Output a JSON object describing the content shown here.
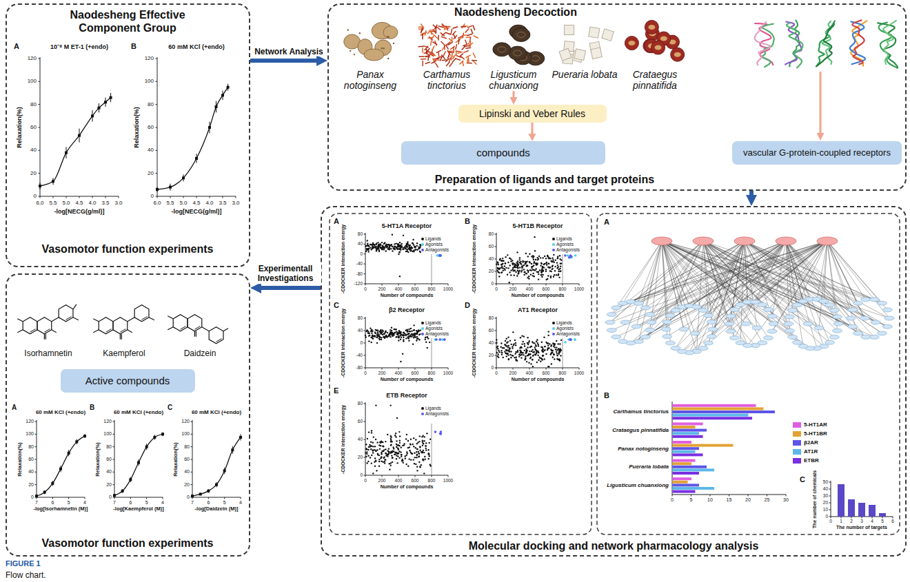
{
  "diagram": {
    "caption": "Flow chart.",
    "nodes": [
      {
        "text": [
          "Naodesheng Effective Component Group",
          "Vasomotor function experiments"
        ]
      },
      {
        "text": [
          "Naodesheng Decoction",
          "Preparation of ligands and target proteins"
        ]
      },
      {
        "text": [
          "Panax notoginseng"
        ],
        "in": 1
      },
      {
        "text": [
          "Carthamus tinctorius"
        ],
        "in": 1
      },
      {
        "text": [
          "Ligusticum chuanxiong"
        ],
        "in": 1
      },
      {
        "text": [
          "Pueraria lobata"
        ],
        "in": 1
      },
      {
        "text": [
          "Crataegus pinnatifida"
        ],
        "in": 1
      },
      {
        "text": [
          "Lipinski and Veber Rules"
        ],
        "in": 1
      },
      {
        "text": [
          "compounds"
        ],
        "in": 1
      },
      {
        "text": [
          "vascular G-protein-coupled receptors"
        ],
        "in": 1
      },
      {
        "text": [
          "Vasomotor function experiments"
        ]
      },
      {
        "text": [
          "Active compounds"
        ],
        "in": 10
      },
      {
        "text": [
          "Molecular docking and network pharmacology analysis"
        ]
      }
    ],
    "edges": [
      {
        "from": 0,
        "to": 1,
        "label": "Network Analysis",
        "arrow": "to"
      },
      {
        "from": 4,
        "to": 7,
        "arrow": "to"
      },
      {
        "from": 7,
        "to": 8,
        "arrow": "to"
      },
      {
        "from": 1,
        "to": 12,
        "arrow": "to"
      },
      {
        "from": 12,
        "to": 10,
        "label": "Experimentall Investigations",
        "arrow": "to"
      }
    ],
    "labels": [
      "A",
      "10⁻⁸ M ET-1 (+endo)",
      "Relaxation(%)",
      "120",
      "100",
      "80",
      "60",
      "40",
      "20",
      "0",
      "-log[NECG(g/ml)]",
      "6.0",
      "5.5",
      "5.0",
      "4.5",
      "4.0",
      "3.5",
      "3.0",
      "B",
      "60 mM KCl (+endo)",
      "Relaxation(%)",
      "120",
      "100",
      "80",
      "60",
      "40",
      "20",
      "0",
      "-log[NECG(g/ml)]",
      "6.0",
      "5.5",
      "5.0",
      "4.5",
      "4.0",
      "3.5",
      "3.0",
      "Isorhamnetin",
      "Kaempferol",
      "Daidzein",
      "A",
      "60 mM KCl (+endo)",
      "Relaxation(%)",
      "120",
      "100",
      "80",
      "60",
      "40",
      "20",
      "0",
      "-log[Isorhamnetin (M)]",
      "7",
      "6",
      "5",
      "4",
      "B",
      "60 mM KCl (+endo)",
      "Relaxation(%)",
      "120",
      "100",
      "80",
      "60",
      "40",
      "20",
      "0",
      "-log[Kaempferol (M)]",
      "7",
      "6",
      "5",
      "4",
      "C",
      "60 mM KCl (+endo)",
      "Relaxation(%)",
      "120",
      "100",
      "80",
      "60",
      "40",
      "20",
      "0",
      "-log[Daidzein (M)]",
      "7",
      "6",
      "5",
      "4",
      "A",
      "5-HT1A Receptor",
      "-CDOCKER interaction energy",
      "80",
      "40",
      "0",
      "-40",
      "-80",
      "-120",
      "Number of compounds",
      "0",
      "200",
      "400",
      "600",
      "800",
      "1000",
      "Ligands",
      "Agonists",
      "Antagonists",
      "B",
      "5-HT1B Receptor",
      "-CDOCKER interaction energy",
      "80",
      "60",
      "40",
      "20",
      "0",
      "Number of compounds",
      "0",
      "200",
      "400",
      "600",
      "800",
      "1000",
      "Ligands",
      "Agonists",
      "Antagonists",
      "C",
      "β2 Receptor",
      "-CDOCKER interaction energy",
      "80",
      "40",
      "0",
      "-40",
      "-80",
      "Number of compounds",
      "0",
      "200",
      "400",
      "600",
      "800",
      "1000",
      "Ligands",
      "Agonists",
      "Antagonists",
      "D",
      "AT1 Receptor",
      "-CDOCKER interaction energy",
      "80",
      "60",
      "40",
      "20",
      "0",
      "Number of compounds",
      "0",
      "200",
      "400",
      "600",
      "800",
      "1000",
      "Ligands",
      "Agonists",
      "Antagonists",
      "E",
      "ETB Receptor",
      "-CDOCKER interaction energy",
      "80",
      "60",
      "40",
      "20",
      "0",
      "Number of compounds",
      "0",
      "200",
      "400",
      "600",
      "800",
      "1000",
      "Ligands",
      "Antagonists",
      "A",
      "B",
      "Carthamus tinctorius",
      "Crataegus pinnatifida",
      "Panax notoginseng",
      "Pueraria lobata",
      "Ligusticum chuanxiong",
      "0",
      "5",
      "10",
      "15",
      "20",
      "25",
      "30",
      "C",
      "The number of chemicals",
      "50",
      "40",
      "30",
      "20",
      "10",
      "0",
      "The number of targets",
      "0",
      "1",
      "2",
      "3",
      "4",
      "5",
      "6",
      "FIGURE 1"
    ],
    "legend": [
      {
        "text": "5-HT1AR",
        "color": "#e05ee0"
      },
      {
        "text": "5-HT1BR",
        "color": "#e3a234"
      },
      {
        "text": "β2AR",
        "color": "#5d55e6"
      },
      {
        "text": "AT1R",
        "color": "#5cb7e8"
      },
      {
        "text": "ETBR",
        "color": "#7a2fe0"
      }
    ]
  }
}
